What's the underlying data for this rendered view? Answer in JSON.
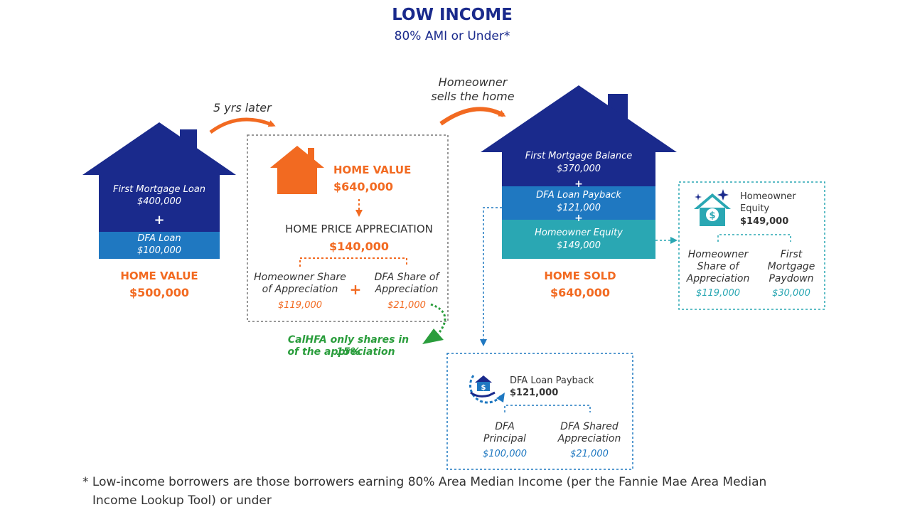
{
  "header": {
    "title": "LOW INCOME",
    "subtitle": "80% AMI or Under*"
  },
  "step1": {
    "arrow_label": "5 yrs later",
    "house": {
      "first_mortgage_label": "First Mortgage Loan",
      "first_mortgage_value": "$400,000",
      "plus": "+",
      "dfa_label": "DFA Loan",
      "dfa_value": "$100,000"
    },
    "caption_title": "HOME VALUE",
    "caption_value": "$500,000"
  },
  "step2": {
    "home_value_label": "HOME VALUE",
    "home_value": "$640,000",
    "appreciation_label": "HOME PRICE APPRECIATION",
    "appreciation_value": "$140,000",
    "homeowner_share_label_1": "Homeowner Share",
    "homeowner_share_label_2": "of Appreciation",
    "homeowner_share_value": "$119,000",
    "plus": "+",
    "dfa_share_label_1": "DFA Share of",
    "dfa_share_label_2": "Appreciation",
    "dfa_share_value": "$21,000",
    "note_line1": "CalHFA only shares in 15%",
    "note_line2": "of the appreciation"
  },
  "step3": {
    "arrow_label_1": "Homeowner",
    "arrow_label_2": "sells the home",
    "house": {
      "first_mortgage_label": "First Mortgage Balance",
      "first_mortgage_value": "$370,000",
      "plus1": "+",
      "dfa_payback_label": "DFA Loan Payback",
      "dfa_payback_value": "$121,000",
      "plus2": "+",
      "equity_label": "Homeowner Equity",
      "equity_value": "$149,000"
    },
    "caption_title": "HOME SOLD",
    "caption_value": "$640,000"
  },
  "equity_box": {
    "title_1": "Homeowner",
    "title_2": "Equity",
    "value": "$149,000",
    "left_label_1": "Homeowner",
    "left_label_2": "Share of",
    "left_label_3": "Appreciation",
    "left_value": "$119,000",
    "right_label_1": "First",
    "right_label_2": "Mortgage",
    "right_label_3": "Paydown",
    "right_value": "$30,000"
  },
  "dfa_box": {
    "title": "DFA Loan Payback",
    "value": "$121,000",
    "left_label_1": "DFA",
    "left_label_2": "Principal",
    "left_value": "$100,000",
    "right_label_1": "DFA Shared",
    "right_label_2": "Appreciation",
    "right_value": "$21,000"
  },
  "footnote": {
    "line1": "* Low-income borrowers are those borrowers earning 80% Area Median Income (per the Fannie Mae Area Median",
    "line2": "Income Lookup Tool) or under"
  },
  "colors": {
    "navy": "#1a2a8c",
    "mid_blue": "#1f78c1",
    "teal": "#2aa7b3",
    "orange": "#f26a21",
    "green": "#2a9d3c",
    "gray_border": "#777777"
  },
  "icons": [
    "house-icon",
    "house-dollar-icon",
    "hand-house-dollar-icon",
    "sparkle-icon"
  ]
}
